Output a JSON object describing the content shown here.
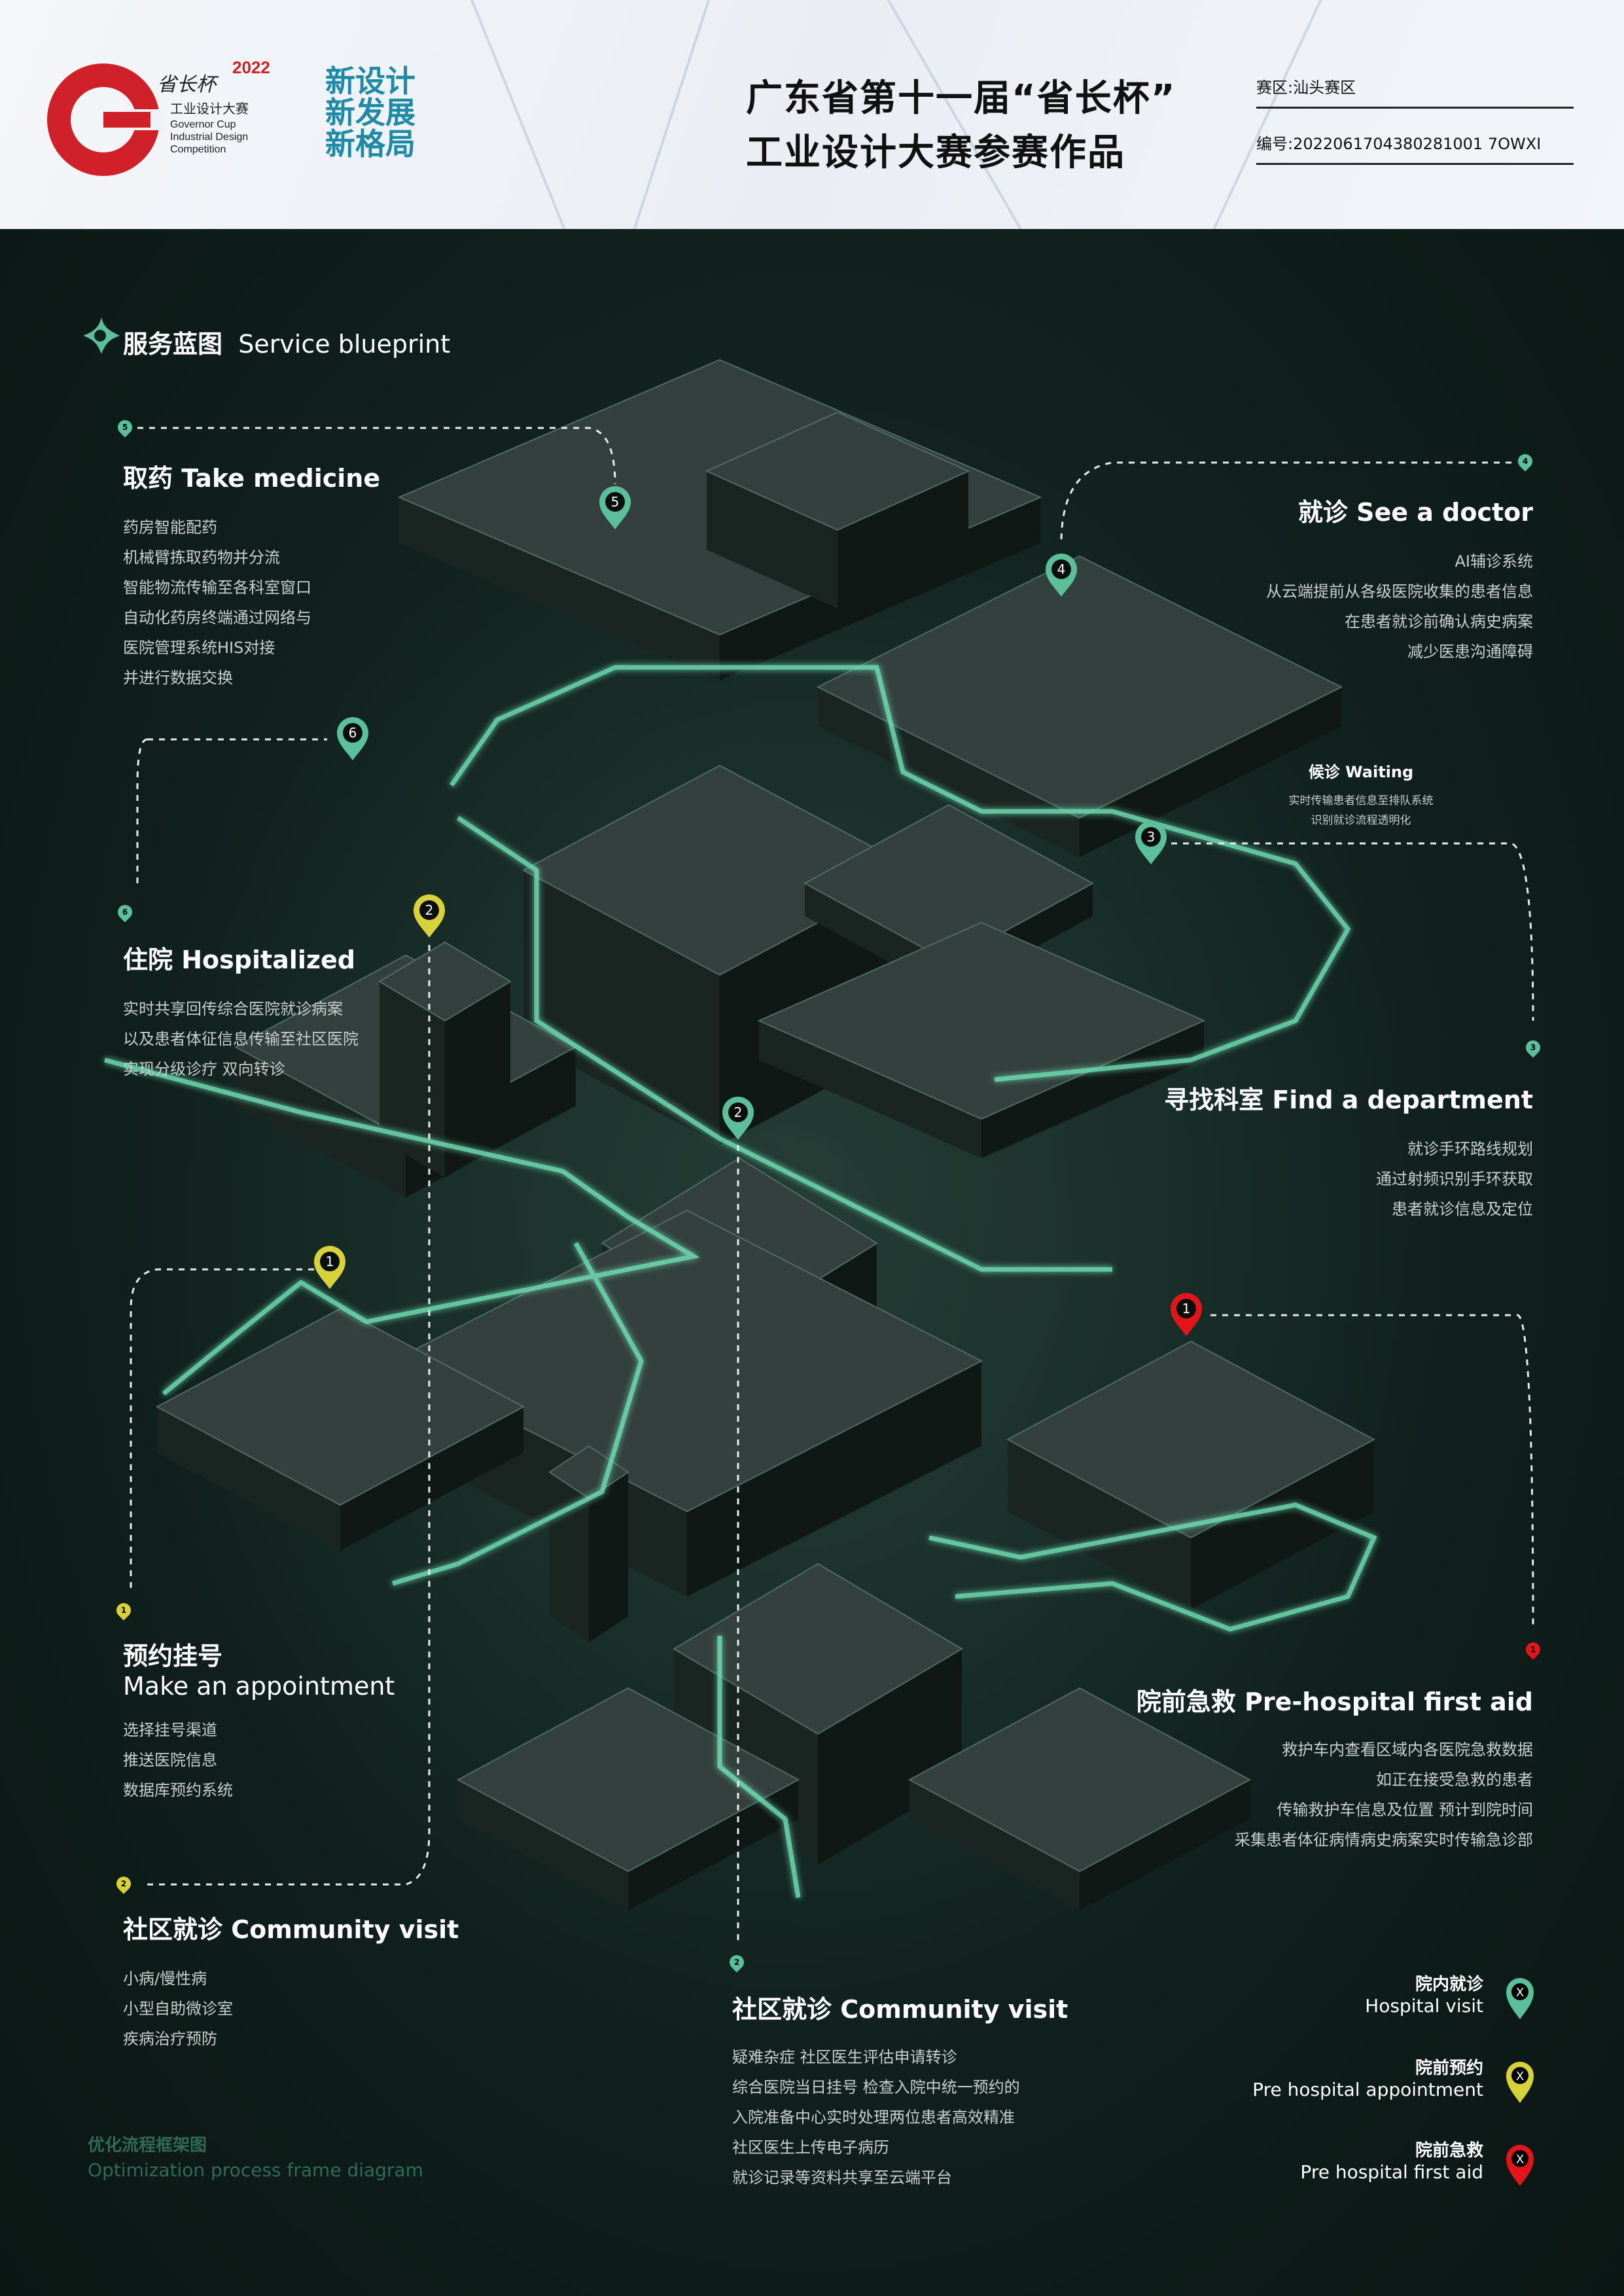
{
  "header": {
    "logo_year": "2022",
    "logo_cn_script": "省长杯",
    "logo_cn": "工业设计大赛",
    "logo_en": [
      "Governor Cup",
      "Industrial Design",
      "Competition"
    ],
    "slogan": [
      "新设计",
      "新发展",
      "新格局"
    ],
    "title_line1": "广东省第十一届“省长杯”",
    "title_line2": "工业设计大赛参赛作品",
    "region": "赛区:汕头赛区",
    "serial": "编号:2022061704380281001 7OWXI"
  },
  "colors": {
    "green": "#5bbf9c",
    "yellow": "#d8d23a",
    "red": "#e3151a",
    "brand_red": "#d0202a",
    "brand_teal": "#1f8aa6"
  },
  "section_title": {
    "cn": "服务蓝图",
    "en": "Service blueprint",
    "icon": "blueprint-star-icon"
  },
  "sections": {
    "take_medicine": {
      "pin": "5",
      "title": "取药 Take medicine",
      "lines": [
        "药房智能配药",
        "机械臂拣取药物并分流",
        "智能物流传输至各科室窗口",
        "自动化药房终端通过网络与",
        "医院管理系统HIS对接",
        "并进行数据交换"
      ]
    },
    "see_doctor": {
      "pin": "4",
      "title": "就诊 See a doctor",
      "lines": [
        "AI辅诊系统",
        "从云端提前从各级医院收集的患者信息",
        "在患者就诊前确认病史病案",
        "减少医患沟通障碍"
      ]
    },
    "waiting": {
      "title": "候诊 Waiting",
      "lines": [
        "实时传输患者信息至排队系统",
        "识别就诊流程透明化"
      ]
    },
    "hospitalized": {
      "pin": "6",
      "title": "住院 Hospitalized",
      "lines": [
        "实时共享回传综合医院就诊病案",
        "以及患者体征信息传输至社区医院",
        "实现分级诊疗 双向转诊"
      ]
    },
    "find_department": {
      "pin": "3",
      "title": "寻找科室 Find a department",
      "lines": [
        "就诊手环路线规划",
        "通过射频识别手环获取",
        "患者就诊信息及定位"
      ]
    },
    "appointment": {
      "pin": "1",
      "title_cn": "预约挂号",
      "title_en": "Make an appointment",
      "lines": [
        "选择挂号渠道",
        "推送医院信息",
        "数据库预约系统"
      ]
    },
    "first_aid": {
      "pin": "1",
      "title": "院前急救 Pre-hospital first aid",
      "lines": [
        "救护车内查看区域内各医院急救数据",
        "如正在接受急救的患者",
        "传输救护车信息及位置 预计到院时间",
        "采集患者体征病情病史病案实时传输急诊部"
      ]
    },
    "community_left": {
      "pin": "2",
      "title": "社区就诊 Community visit",
      "lines": [
        "小病/慢性病",
        "小型自助微诊室",
        "疾病治疗预防"
      ]
    },
    "community_center": {
      "pin": "2",
      "title": "社区就诊 Community visit",
      "lines": [
        "疑难杂症 社区医生评估申请转诊",
        "综合医院当日挂号 检查入院中统一预约的",
        "入院准备中心实时处理两位患者高效精准",
        "社区医生上传电子病历",
        "就诊记录等资料共享至云端平台"
      ]
    }
  },
  "map_pins": [
    {
      "label": "5",
      "type": "green"
    },
    {
      "label": "4",
      "type": "green"
    },
    {
      "label": "6",
      "type": "green"
    },
    {
      "label": "2",
      "type": "yellow"
    },
    {
      "label": "3",
      "type": "green"
    },
    {
      "label": "2",
      "type": "green"
    },
    {
      "label": "1",
      "type": "yellow"
    },
    {
      "label": "1",
      "type": "red"
    }
  ],
  "legend": [
    {
      "cn": "院内就诊",
      "en": "Hospital visit",
      "mark": "X",
      "type": "green"
    },
    {
      "cn": "院前预约",
      "en": "Pre hospital appointment",
      "mark": "X",
      "type": "yellow"
    },
    {
      "cn": "院前急救",
      "en": "Pre hospital first aid",
      "mark": "X",
      "type": "red"
    }
  ],
  "footer": {
    "cn": "优化流程框架图",
    "en": "Optimization process frame diagram"
  }
}
